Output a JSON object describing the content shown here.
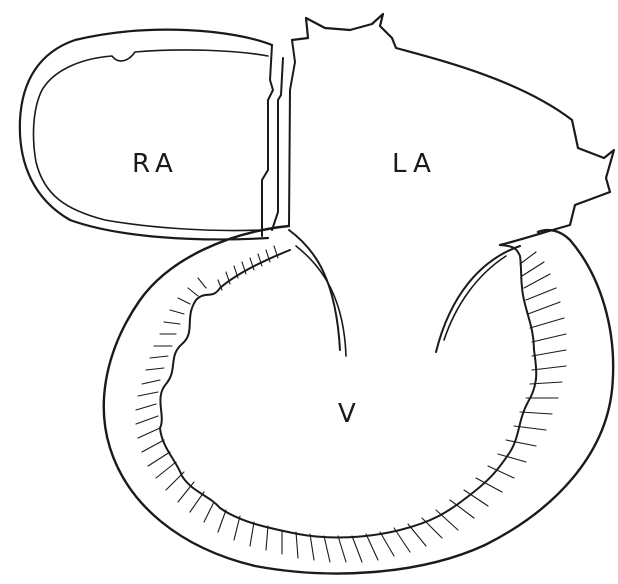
{
  "diagram": {
    "labels": {
      "right_atrium": "RA",
      "left_atrium": "LA",
      "ventricle": "V"
    },
    "colors": {
      "ink": "#1a1a1a",
      "background": "#ffffff"
    }
  }
}
